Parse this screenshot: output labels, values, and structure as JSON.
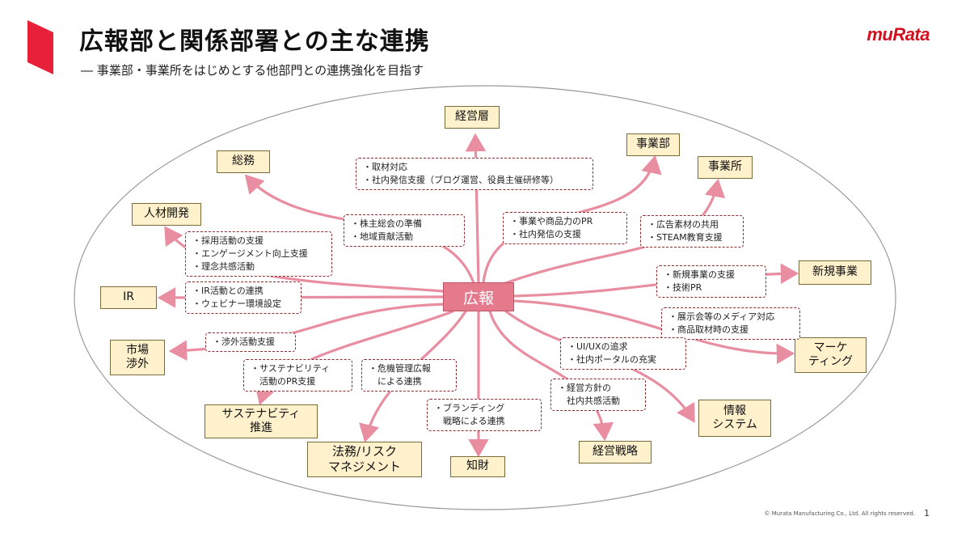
{
  "header": {
    "title": "広報部と関係部署との主な連携",
    "subtitle": "― 事業部・事業所をはじめとする他部門との連携強化を目指す",
    "logo": "muRata",
    "copyright": "© Murata Manufacturing Co., Ltd. All rights reserved.",
    "page_number": "1"
  },
  "colors": {
    "accent": "#d3101e",
    "arrow": "#e88ea0",
    "center_fill": "#e57a8c",
    "node_fill": "#fff1cc",
    "note_border": "#8b2a2a"
  },
  "center": {
    "label": "広報"
  },
  "nodes": {
    "keieisou": "経営層",
    "soumu": "総務",
    "jigyoubu": "事業部",
    "jigyousho": "事業所",
    "jinzai": "人材開発",
    "shinki": "新規事業",
    "ir": "IR",
    "marketing": "マーケ\nティング",
    "shijou": "市場\n渉外",
    "joho": "情報\nシステム",
    "sustain": "サステナビティ\n推進",
    "houmu": "法務/リスク\nマネジメント",
    "chizai": "知財",
    "keiei_senryaku": "経営戦略"
  },
  "notes": {
    "keieisou": [
      "・取材対応",
      "・社内発信支援（ブログ運営、役員主催研修等）"
    ],
    "soumu": [
      "・株主総会の準備",
      "・地域貢献活動"
    ],
    "jigyoubu": [
      "・事業や商品力のPR",
      "・社内発信の支援"
    ],
    "jigyousho": [
      "・広告素材の共用",
      "・STEAM教育支援"
    ],
    "jinzai": [
      "・採用活動の支援",
      "・エンゲージメント向上支援",
      "・理念共感活動"
    ],
    "shinki": [
      "・新規事業の支援",
      "・技術PR"
    ],
    "ir": [
      "・IR活動との連携",
      "・ウェビナー環境設定"
    ],
    "marketing": [
      "・展示会等のメディア対応",
      "・商品取材時の支援"
    ],
    "shijou": [
      "・渉外活動支援"
    ],
    "joho": [
      "・UI/UXの追求",
      "・社内ポータルの充実"
    ],
    "sustain": [
      "・サステナビリティ",
      "　活動のPR支援"
    ],
    "houmu": [
      "・危機管理広報",
      "　による連携"
    ],
    "chizai": [
      "・ブランディング",
      "　戦略による連携"
    ],
    "keiei_senryaku": [
      "・経営方針の",
      "　社内共感活動"
    ]
  }
}
